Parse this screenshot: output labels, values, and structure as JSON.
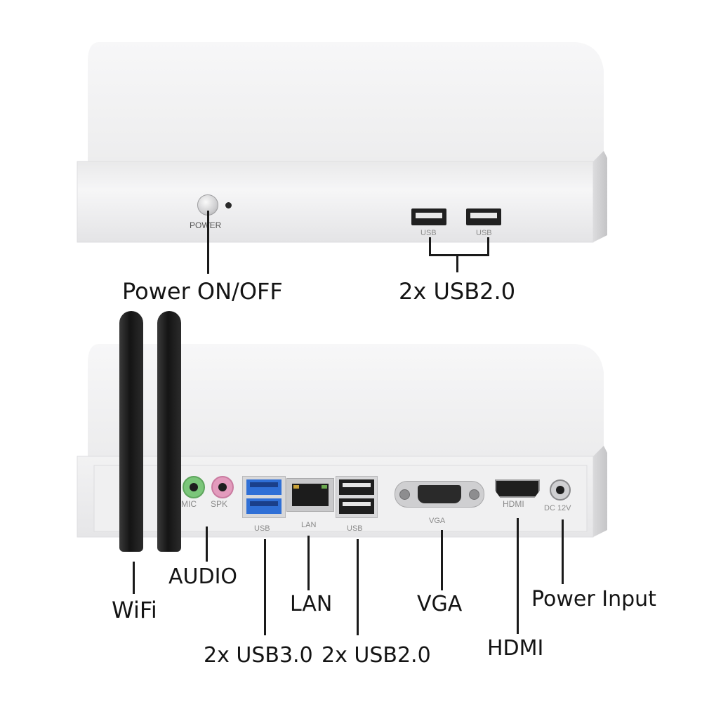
{
  "front_panel": {
    "power_text": "POWER",
    "usb_port_text": "USB",
    "callout_power": "Power ON/OFF",
    "callout_usb": "2x USB2.0"
  },
  "rear_panel": {
    "port_labels": {
      "mic": "MIC",
      "spk": "SPK",
      "usb3": "USB",
      "lan": "LAN",
      "usb2": "USB",
      "vga": "VGA",
      "hdmi": "HDMI",
      "dc": "DC 12V"
    },
    "callouts": {
      "wifi": "WiFi",
      "audio": "AUDIO",
      "usb3": "2x USB3.0",
      "lan": "LAN",
      "usb2": "2x USB2.0",
      "vga": "VGA",
      "hdmi": "HDMI",
      "power_input": "Power Input"
    }
  },
  "colors": {
    "chassis": "#f2f2f3",
    "usb3_blue": "#2f6fd6",
    "mic_green": "#7bc67a",
    "spk_pink": "#e39bbd",
    "antenna": "#1b1b1b"
  }
}
